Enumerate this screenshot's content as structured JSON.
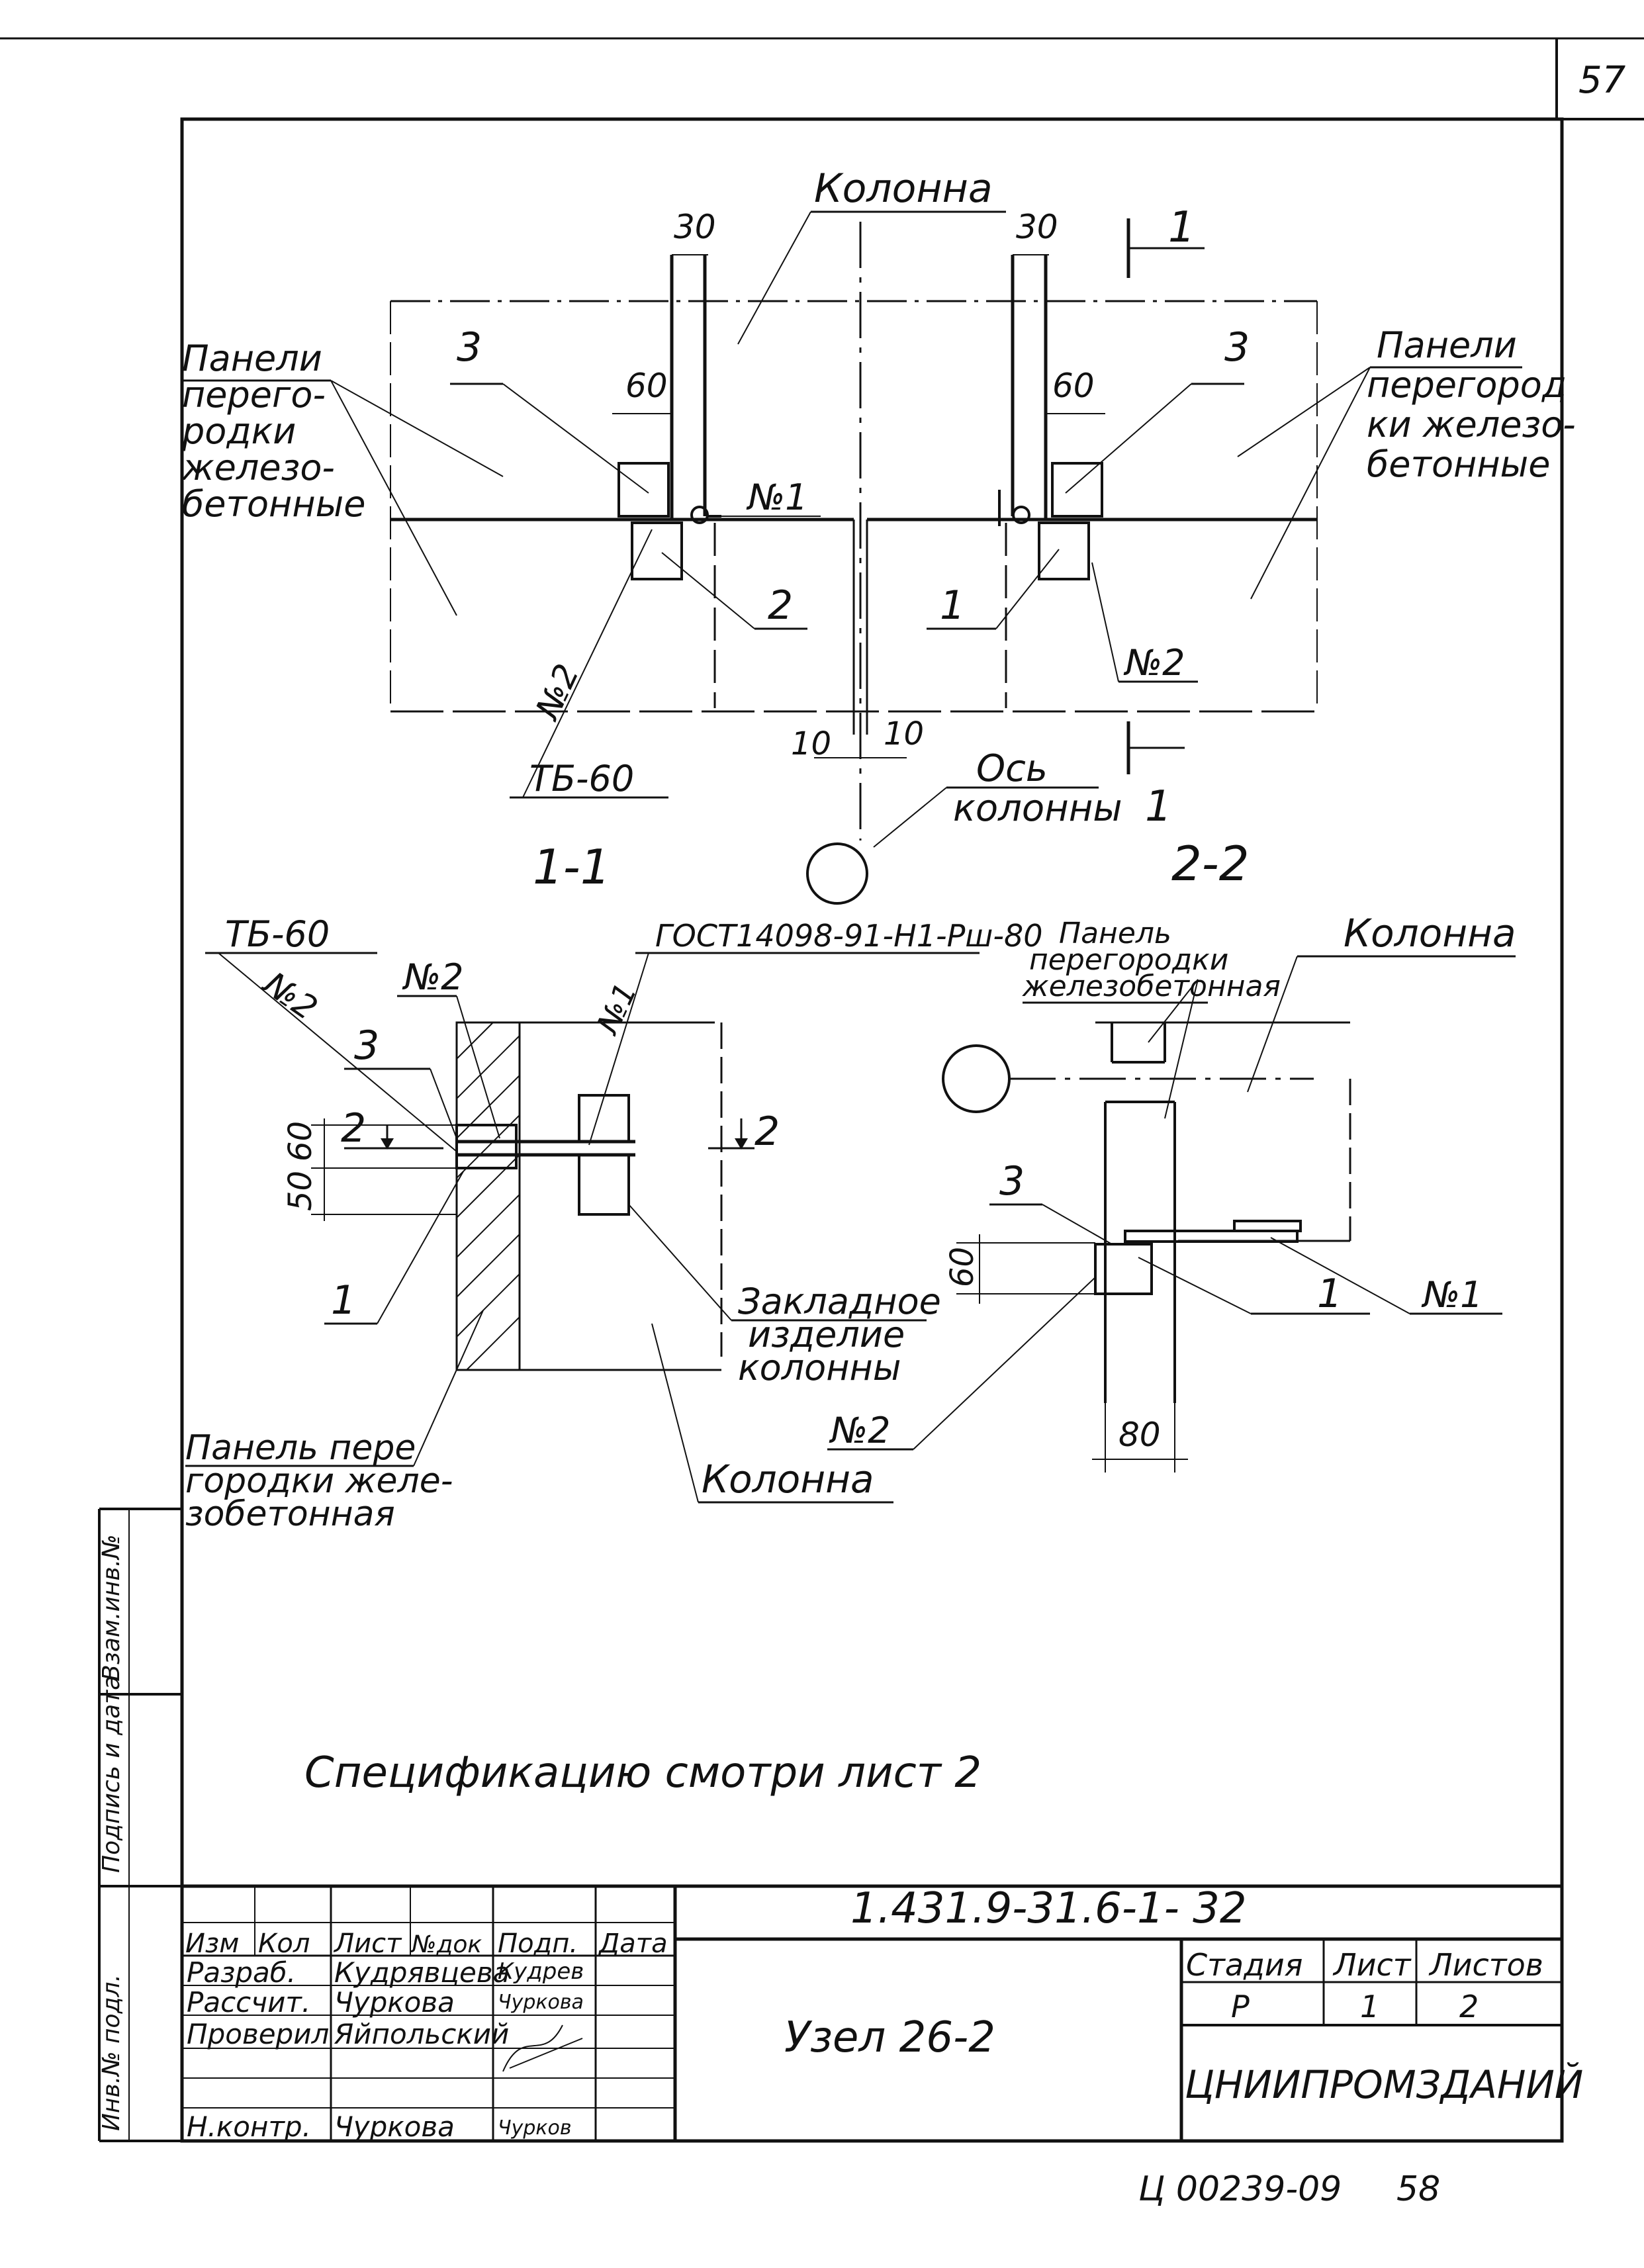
{
  "page": {
    "number": "57",
    "bottom_code": "Ц 00239-09",
    "bottom_num": "58"
  },
  "labels": {
    "kolonna": "Колонна",
    "paneli_left": [
      "Панели",
      "перего-",
      "родки",
      "железо-",
      "бетонные"
    ],
    "paneli_right": [
      "Панели",
      "перегород",
      "ки железо-",
      "бетонные"
    ],
    "dim_30": "30",
    "dim_60": "60",
    "dim_10": "10",
    "dim_50": "50",
    "dim_80": "80",
    "pos_1": "1",
    "pos_2": "2",
    "pos_3": "3",
    "n1": "№1",
    "n2": "№2",
    "weld_tb60": "ТБ-60",
    "axis": [
      "Ось",
      "колонны"
    ],
    "section_11": "1-1",
    "section_22": "2-2",
    "gost": "ГОСТ14098-91-Н1-Рш-80",
    "panel_top_right": [
      "Панель",
      "перегородки",
      "железобетонная"
    ],
    "zakladnoe": [
      "Закладное",
      "изделие",
      "колонны"
    ],
    "panel_bottom_left": [
      "Панель пере",
      "городки желе-",
      "зобетонная"
    ],
    "specification": "Спецификацию   смотри   лист 2"
  },
  "stamp": {
    "doc_code": "1.431.9-31.6-1- 32",
    "title": "Узел 26-2",
    "org": "ЦНИИПРОМЗДАНИЙ",
    "headers": [
      "Изм",
      "Кол",
      "Лист",
      "№док",
      "Подп.",
      "Дата"
    ],
    "rows": [
      {
        "role": "Разраб.",
        "name": "Кудрявцева",
        "sign": "Кудрев"
      },
      {
        "role": "Рассчит.",
        "name": "Чуркова",
        "sign": "Чуркова"
      },
      {
        "role": "Проверил",
        "name": "Яйпольский",
        "sign": ""
      },
      {
        "role": "Н.контр.",
        "name": "Чуркова",
        "sign": "Чурков"
      }
    ],
    "stage_headers": [
      "Стадия",
      "Лист",
      "Листов"
    ],
    "stage_values": [
      "Р",
      "1",
      "2"
    ]
  },
  "side_block": [
    "Инв.№ подл.",
    "Подпись и дата",
    "Взам.инв.№"
  ]
}
